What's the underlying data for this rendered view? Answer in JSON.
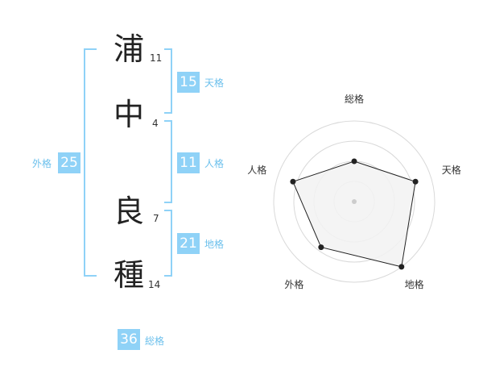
{
  "name": {
    "chars": [
      "浦",
      "中",
      "良",
      "種"
    ],
    "strokes": [
      "11",
      "4",
      "7",
      "14"
    ]
  },
  "kaku": {
    "tenkaku": {
      "value": "15",
      "label": "天格"
    },
    "jinkaku": {
      "value": "11",
      "label": "人格"
    },
    "chikaku": {
      "value": "21",
      "label": "地格"
    },
    "gaikaku": {
      "value": "25",
      "label": "外格"
    },
    "soukaku": {
      "value": "36",
      "label": "総格"
    }
  },
  "chart_data": {
    "type": "radar",
    "axes": [
      "総格",
      "天格",
      "地格",
      "外格",
      "人格"
    ],
    "values": [
      2.5,
      4,
      5,
      3.5,
      4
    ],
    "max": 5,
    "rings": 4
  },
  "colors": {
    "accent": "#8fd2f7",
    "accent_text": "#6cc0ec",
    "radar_fill": "#f2f2f2",
    "radar_line": "#222222"
  }
}
